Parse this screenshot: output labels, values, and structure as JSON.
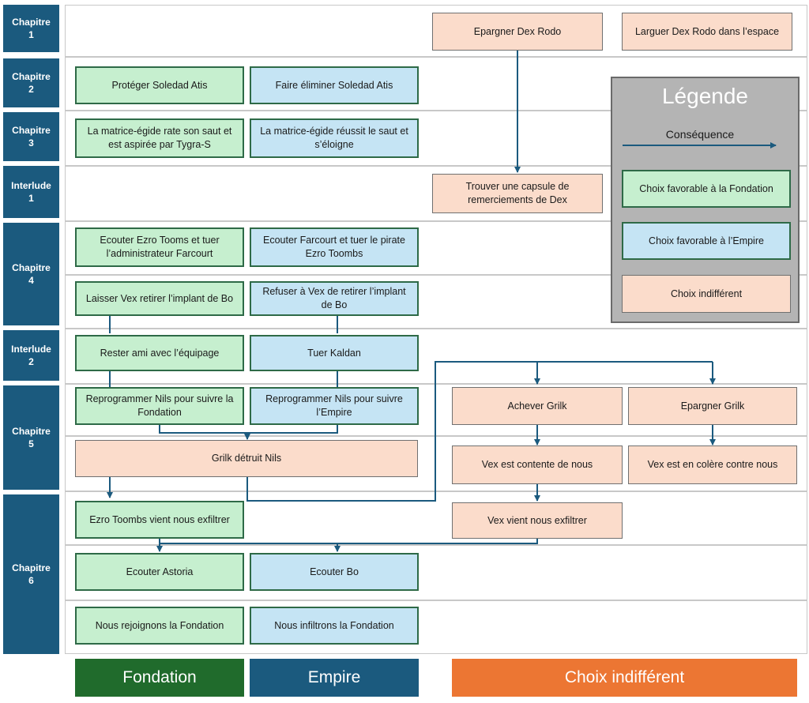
{
  "chapters": [
    {
      "label": "Chapitre\n1"
    },
    {
      "label": "Chapitre\n2"
    },
    {
      "label": "Chapitre\n3"
    },
    {
      "label": "Interlude\n1"
    },
    {
      "label": "Chapitre\n4"
    },
    {
      "label": "Interlude\n2"
    },
    {
      "label": "Chapitre\n5"
    },
    {
      "label": "Chapitre\n6"
    }
  ],
  "nodes": {
    "epargner_dex": "Epargner Dex Rodo",
    "larguer_dex": "Larguer Dex Rodo dans l’espace",
    "proteger_soledad": "Protéger Soledad Atis",
    "eliminer_soledad": "Faire éliminer  Soledad Atis",
    "matrice_rate": "La matrice-égide rate son saut et est aspirée par Tygra-S",
    "matrice_reussit": "La matrice-égide réussit le saut et s’éloigne",
    "capsule_dex": "Trouver une capsule de remerciements de Dex",
    "ecouter_ezro": "Ecouter Ezro Tooms et tuer l’administrateur Farcourt",
    "ecouter_farcourt": "Ecouter Farcourt et tuer le pirate Ezro Toombs",
    "laisser_vex": "Laisser Vex retirer l’implant de Bo",
    "refuser_vex": "Refuser à Vex de retirer l’implant de Bo",
    "rester_ami": "Rester ami avec l’équipage",
    "tuer_kaldan": "Tuer Kaldan",
    "reprog_fondation": "Reprogrammer Nils pour suivre la Fondation",
    "reprog_empire": "Reprogrammer Nils pour suivre l’Empire",
    "achever_grilk": "Achever Grilk",
    "epargner_grilk": "Epargner Grilk",
    "grilk_detruit": "Grilk détruit Nils",
    "vex_contente": "Vex est contente de nous",
    "vex_colere": "Vex est en colère contre nous",
    "ezro_exfiltrer": "Ezro Toombs vient nous exfiltrer",
    "vex_exfiltrer": "Vex vient nous exfiltrer",
    "ecouter_astoria": "Ecouter Astoria",
    "ecouter_bo": "Ecouter Bo",
    "rejoignons": "Nous rejoignons la Fondation",
    "infiltrons": "Nous infiltrons la Fondation"
  },
  "legend": {
    "title": "Légende",
    "consequence": "Conséquence",
    "fondation": "Choix favorable à la Fondation",
    "empire": "Choix favorable à l’Empire",
    "indifferent": "Choix indifférent"
  },
  "footer": {
    "fondation": "Fondation",
    "empire": "Empire",
    "indifferent": "Choix indifférent"
  },
  "colors": {
    "chapter": "#1b5a7e",
    "fondation_fill": "#c6efcf",
    "empire_fill": "#c5e4f4",
    "indifferent_fill": "#fbdccb",
    "footer_fondation": "#206b2c",
    "footer_empire": "#1b5a7e",
    "footer_indifferent": "#ec7633",
    "arrow": "#1b5a7e"
  }
}
